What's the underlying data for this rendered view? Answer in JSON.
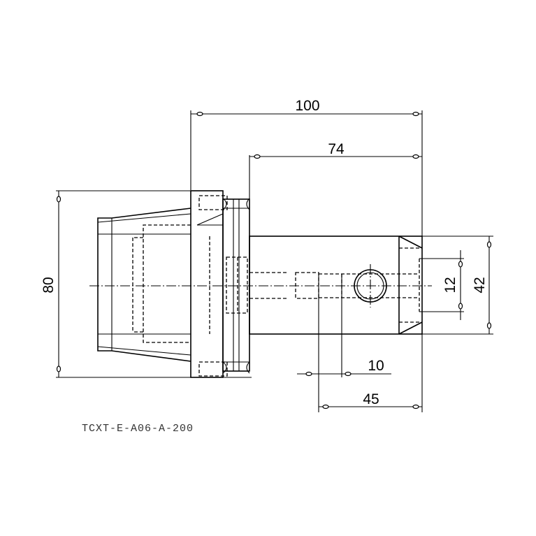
{
  "dimensions": {
    "overall_length": "100",
    "shank_length": "74",
    "flange_diameter": "80",
    "bore_diameter": "42",
    "hole_diameter": "12",
    "hole_offset": "10",
    "hole_position": "45"
  },
  "part_code": "TCXT-E-A06-A-200"
}
